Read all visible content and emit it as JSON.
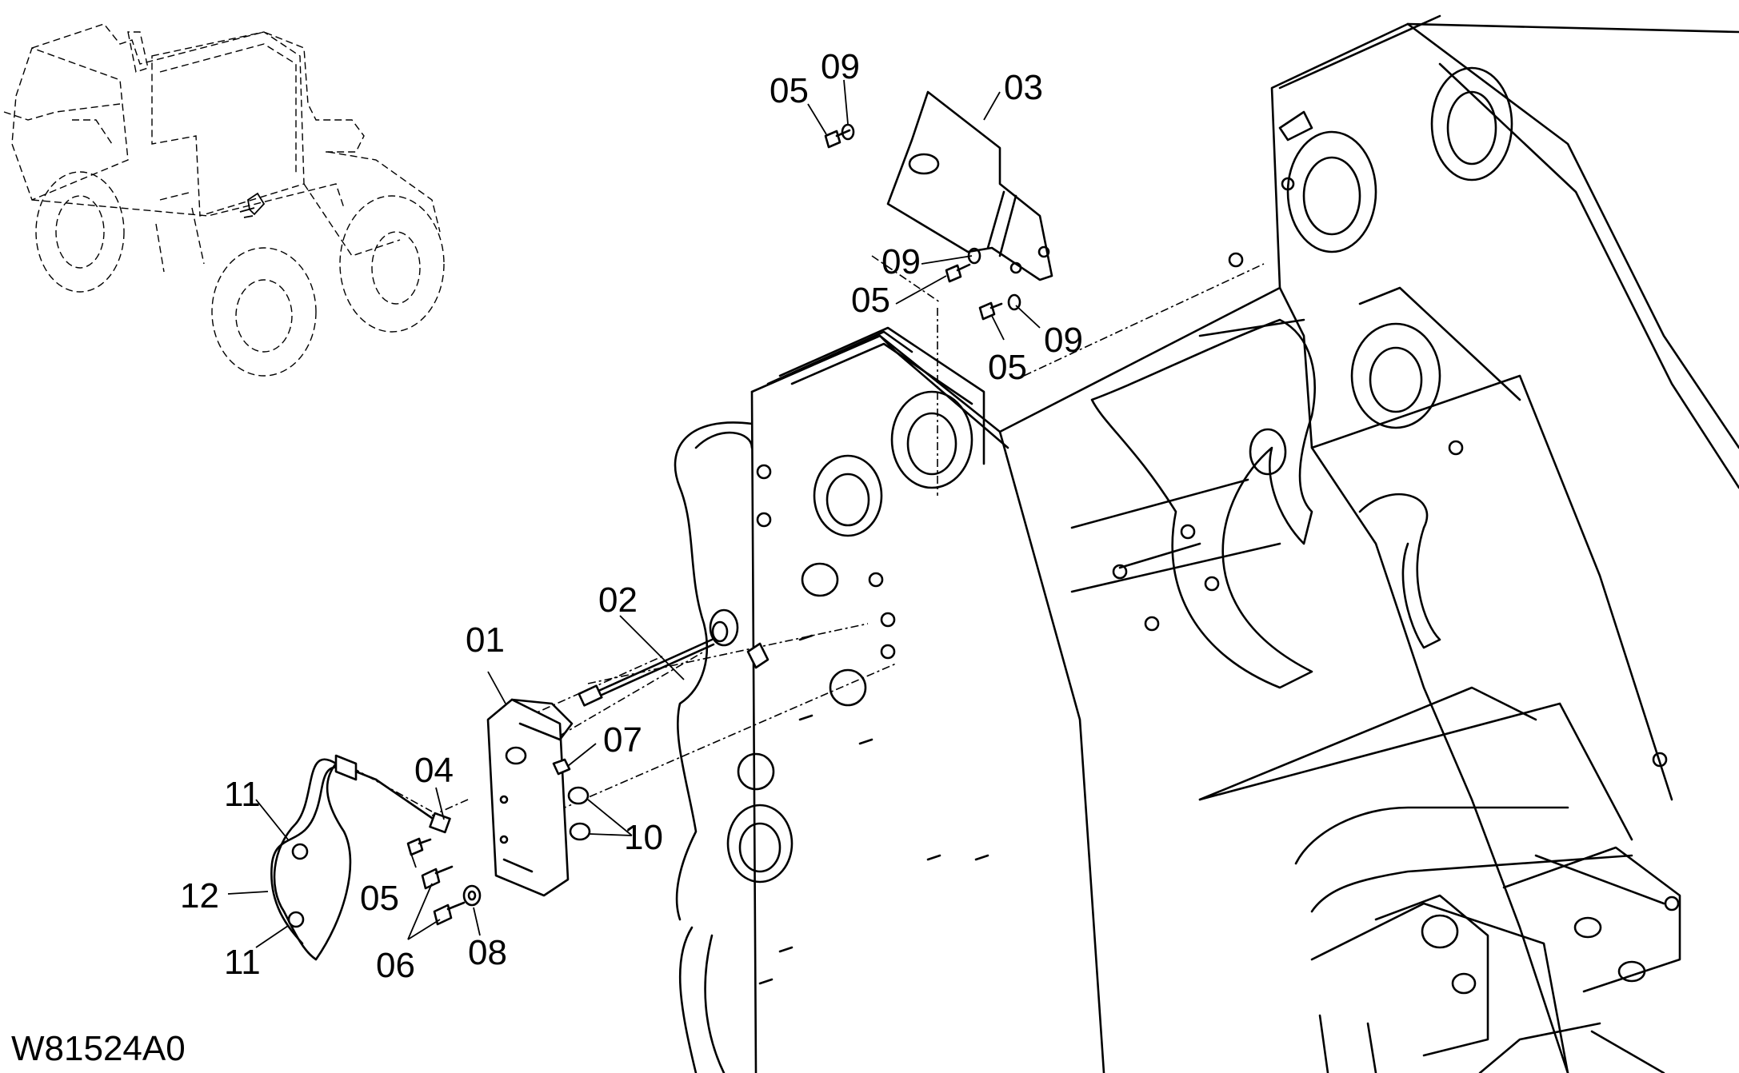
{
  "drawing_code": "W81524A0",
  "callouts": {
    "p01": "01",
    "p02": "02",
    "p03": "03",
    "p04": "04",
    "p05a": "05",
    "p05b": "05",
    "p05c": "05",
    "p05d": "05",
    "p06": "06",
    "p07": "07",
    "p08": "08",
    "p09a": "09",
    "p09b": "09",
    "p09c": "09",
    "p10": "10",
    "p11a": "11",
    "p11b": "11",
    "p12": "12"
  }
}
